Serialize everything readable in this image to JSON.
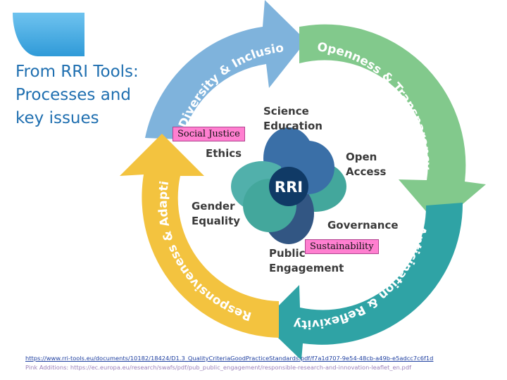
{
  "slide": {
    "title_lines": [
      "From RRI Tools:",
      "Processes and",
      "key issues"
    ]
  },
  "cycle": {
    "arrows": [
      {
        "label": "Diversity & Inclusion",
        "color": "#7fb3dc"
      },
      {
        "label": "Openness & Transparency",
        "color": "#82c98c"
      },
      {
        "label": "Anticipation & Reflexivity",
        "color": "#2fa3a5"
      },
      {
        "label": "Responsiveness & Adaptive",
        "color": "#f3c33f"
      }
    ],
    "center_label": "RRI",
    "petal_colors": [
      "#1f5c9c",
      "#2a9b8f",
      "#163f73",
      "#3aa6a0"
    ],
    "keys": {
      "science_education": [
        "Science",
        "Education"
      ],
      "ethics": "Ethics",
      "open_access": [
        "Open",
        "Access"
      ],
      "gender_equality": [
        "Gender",
        "Equality"
      ],
      "governance": "Governance",
      "public_engagement": [
        "Public",
        "Engagement"
      ]
    }
  },
  "pink_additions": {
    "social_justice": "Social Justice",
    "sustainability": "Sustainability"
  },
  "sources": {
    "rri_tools_link": "https://www.rri-tools.eu/documents/10182/18424/D1.3_QualityCriteriaGoodPracticeStandards.pdf/f7a1d707-9e54-48cb-a49b-e5adcc7c6f1d",
    "pink_additions_line": "Pink Additions: https://ec.europa.eu/research/swafs/pdf/pub_public_engagement/responsible-research-and-innovation-leaflet_en.pdf"
  }
}
